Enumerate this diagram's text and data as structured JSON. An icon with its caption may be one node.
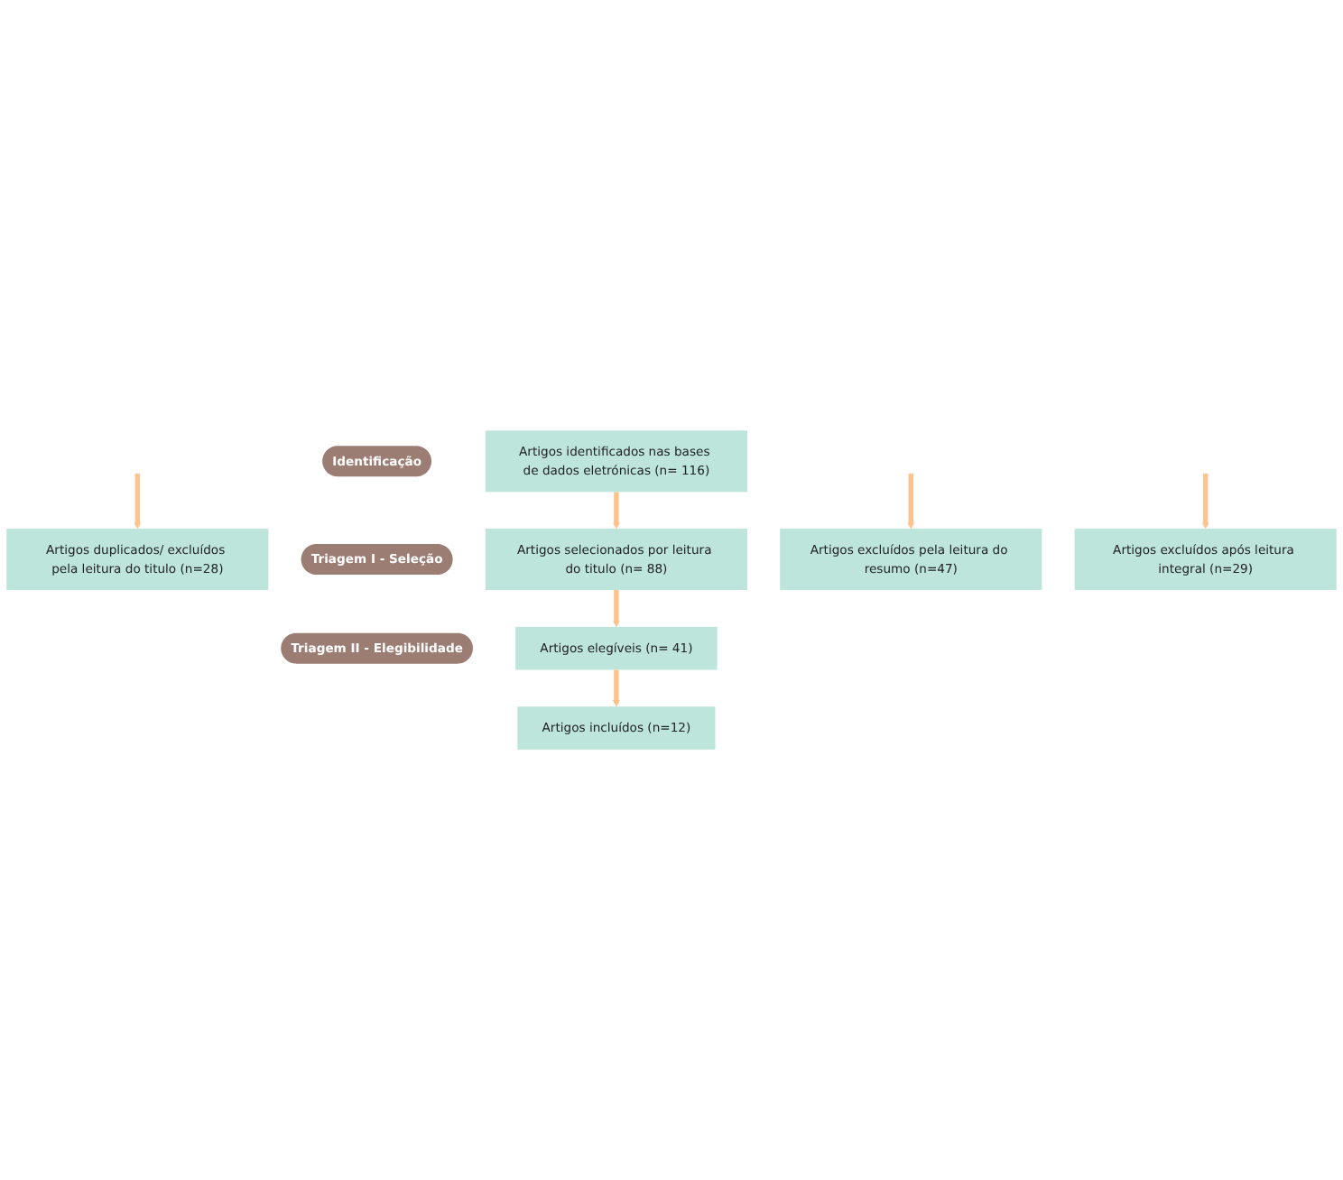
{
  "diagram": {
    "nodes": [
      {
        "text": [
          "Identificação"
        ]
      },
      {
        "text": [
          "Artigos identificados nas bases de dados eletrónicas (n= 116)"
        ]
      },
      {
        "text": [
          "Artigos duplicados/ excluídos pela leitura do titulo (n=28)"
        ]
      },
      {
        "text": [
          "Triagem I - Seleção"
        ]
      },
      {
        "text": [
          "Artigos selecionados por leitura do titulo (n= 88)"
        ]
      },
      {
        "text": [
          "Artigos excluídos pela leitura do resumo (n=47)"
        ]
      },
      {
        "text": [
          "Triagem II - Elegibilidade"
        ]
      },
      {
        "text": [
          "Artigos elegíveis (n= 41)"
        ]
      },
      {
        "text": [
          "Artigos excluídos após leitura integral (n=29)"
        ]
      },
      {
        "text": [
          "Artigos incluídos (n=12)"
        ]
      }
    ],
    "edges": [
      {
        "from": 1,
        "to": 4,
        "arrow": "to"
      },
      {
        "from": null,
        "to": 2,
        "arrow": "to"
      },
      {
        "from": 4,
        "to": 7,
        "arrow": "to"
      },
      {
        "from": null,
        "to": 5,
        "arrow": "to"
      },
      {
        "from": 7,
        "to": 9,
        "arrow": "to"
      },
      {
        "from": null,
        "to": 8,
        "arrow": "to"
      }
    ]
  }
}
